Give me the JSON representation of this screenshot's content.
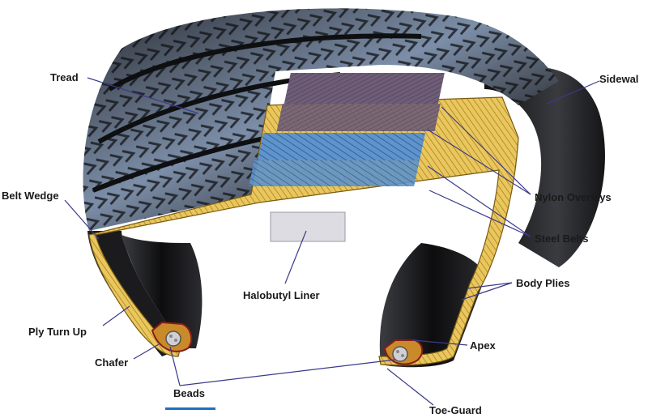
{
  "labels": {
    "tread": "Tread",
    "sidewall": "Sidewal",
    "belt_wedge": "Belt Wedge",
    "nylon_overlays": "Nylon Overlays",
    "steel_belts": "Steel Belts",
    "halobutyl_liner": "Halobutyl Liner",
    "body_plies": "Body Plies",
    "ply_turn_up": "Ply Turn Up",
    "apex": "Apex",
    "chafer": "Chafer",
    "beads": "Beads",
    "toe_guard": "Toe-Guard"
  },
  "colors": {
    "rubber": "#1c1c1e",
    "tread_highlight": "#8fa3bd",
    "nylon_overlay": "#6e5a74",
    "steel_belt": "#5b8fc7",
    "body_ply": "#e6c35a",
    "liner": "#d9d9de",
    "leader_line": "#3a3a8a",
    "underline": "#1f6fbf"
  }
}
